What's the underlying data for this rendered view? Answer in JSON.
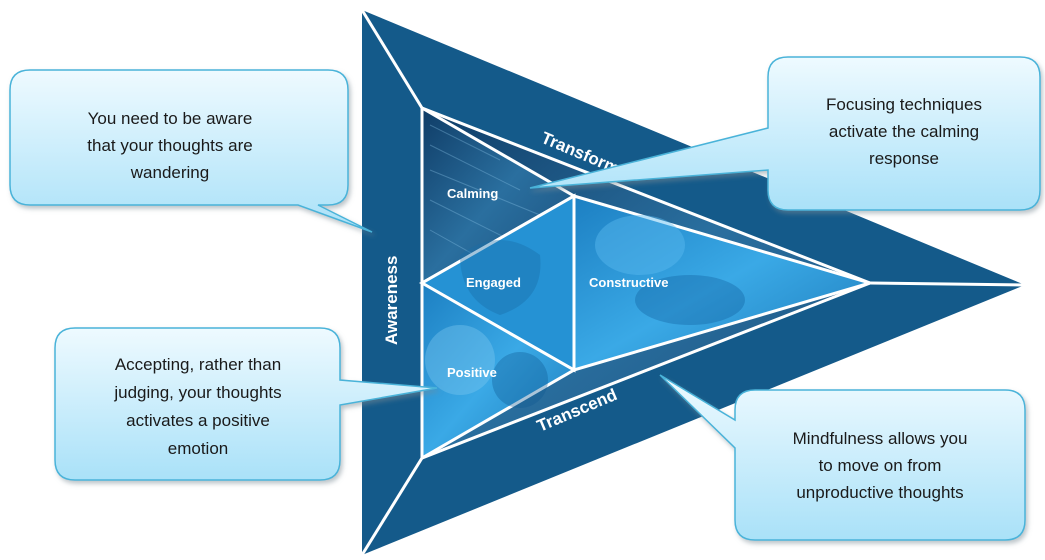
{
  "band_labels": {
    "awareness": "Awareness",
    "transform": "Transform",
    "transcend": "Transcend"
  },
  "triangle_labels": {
    "calming": "Calming",
    "engaged": "Engaged",
    "constructive": "Constructive",
    "positive": "Positive"
  },
  "callouts": {
    "awareness": [
      "You need to be aware",
      "that your thoughts are",
      "wandering"
    ],
    "focusing": [
      "Focusing techniques",
      "activate the calming",
      "response"
    ],
    "accepting": [
      "Accepting, rather than",
      "judging, your thoughts",
      "activates a positive",
      "emotion"
    ],
    "mindfulness": [
      "Mindfulness allows you",
      "to move on from",
      "unproductive thoughts"
    ]
  },
  "colors": {
    "outer_triangle": "#145a8a",
    "inner_dark": "#1f5f8f",
    "inner_light": "#2b9ad8",
    "callout_fill_top": "#e9f8ff",
    "callout_fill_bottom": "#aee4fb",
    "callout_stroke": "#4ab3d9"
  }
}
